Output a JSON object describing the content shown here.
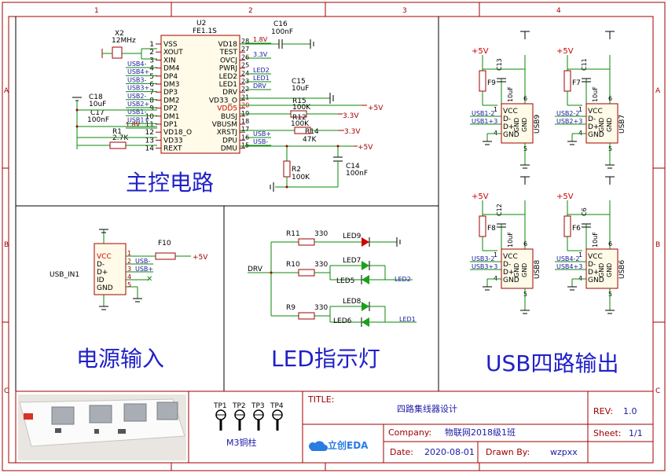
{
  "border": {
    "cols": [
      "1",
      "2",
      "3",
      "4"
    ],
    "rows": [
      "A",
      "B",
      "C"
    ]
  },
  "sections": {
    "main": "主控电路",
    "power": "电源输入",
    "led": "LED指示灯",
    "usb": "USB四路输出"
  },
  "u2": {
    "ref": "U2",
    "value": "FE1.1S",
    "left_pins": [
      {
        "num": "1",
        "name": "VSS"
      },
      {
        "num": "2",
        "name": "XOUT"
      },
      {
        "num": "3",
        "name": "XIN"
      },
      {
        "num": "4",
        "name": "DM4"
      },
      {
        "num": "5",
        "name": "DP4"
      },
      {
        "num": "6",
        "name": "DM3"
      },
      {
        "num": "7",
        "name": "DP3"
      },
      {
        "num": "8",
        "name": "DM2"
      },
      {
        "num": "9",
        "name": "DP2"
      },
      {
        "num": "10",
        "name": "DM1"
      },
      {
        "num": "11",
        "name": "DP1"
      },
      {
        "num": "12",
        "name": "VD18_O"
      },
      {
        "num": "13",
        "name": "VD33"
      },
      {
        "num": "14",
        "name": "REXT"
      }
    ],
    "right_pins": [
      {
        "num": "28",
        "name": "VD18"
      },
      {
        "num": "27",
        "name": "TEST"
      },
      {
        "num": "26",
        "name": "OVCJ"
      },
      {
        "num": "25",
        "name": "PWRJ"
      },
      {
        "num": "24",
        "name": "LED2"
      },
      {
        "num": "23",
        "name": "LED1"
      },
      {
        "num": "22",
        "name": "DRV"
      },
      {
        "num": "21",
        "name": "VD33_O"
      },
      {
        "num": "20",
        "name": "VDD5"
      },
      {
        "num": "19",
        "name": "BUSJ"
      },
      {
        "num": "18",
        "name": "VBUSM"
      },
      {
        "num": "17",
        "name": "XRSTJ"
      },
      {
        "num": "16",
        "name": "DPU"
      },
      {
        "num": "15",
        "name": "DMU"
      }
    ],
    "left_nets": [
      "USB4-",
      "USB4+",
      "USB3-",
      "USB3+",
      "USB2-",
      "USB2+",
      "USB1-",
      "USB1+",
      "1.8V"
    ],
    "right_nets": [
      "1.8V",
      "3.3V",
      "LED2",
      "LED1",
      "DRV",
      "USB+",
      "USB-"
    ]
  },
  "main_parts": {
    "x2_ref": "X2",
    "x2_val": "12MHz",
    "c16_ref": "C16",
    "c16_val": "100nF",
    "c15_ref": "C15",
    "c15_val": "10uF",
    "c18_ref": "C18",
    "c18_val": "10uF",
    "c17_ref": "C17",
    "c17_val": "100nF",
    "r1_ref": "R1",
    "r1_val": "2.7K",
    "r15_ref": "R15",
    "r15_val": "100K",
    "r12_ref": "R12",
    "r12_val": "100K",
    "r14_ref": "R14",
    "r14_val": "47K",
    "r2_ref": "R2",
    "r2_val": "100K",
    "c14_ref": "C14",
    "c14_val": "100nF",
    "p5v": "+5V",
    "p33a": "3.3V",
    "p33b": "3.3V",
    "p5v_b": "+5V"
  },
  "power": {
    "conn_ref": "USB_IN1",
    "pins": [
      {
        "num": "1",
        "name": "VCC"
      },
      {
        "num": "2",
        "name": "D-"
      },
      {
        "num": "3",
        "name": "D+"
      },
      {
        "num": "4",
        "name": "ID"
      },
      {
        "num": "5",
        "name": "GND"
      }
    ],
    "nets": [
      "USB-",
      "USB+"
    ],
    "fuse_ref": "F10",
    "p5v": "+5V"
  },
  "led": {
    "net_in": "DRV",
    "r11": "R11",
    "r10": "R10",
    "r9": "R9",
    "rval": "330",
    "d9": "LED9",
    "d7": "LED7",
    "d5": "LED5",
    "d8": "LED8",
    "d6": "LED6",
    "led2": "LED2",
    "led1": "LED1"
  },
  "usb_ports": [
    {
      "ref": "USB9",
      "fuse": "F9",
      "cap": "C13",
      "cap_val": "10uF",
      "p5v": "+5V",
      "d1": "USB1-2",
      "d2": "USB1+3"
    },
    {
      "ref": "USB7",
      "fuse": "F7",
      "cap": "C11",
      "cap_val": "10uF",
      "p5v": "+5V",
      "d1": "USB2-2",
      "d2": "USB2+3"
    },
    {
      "ref": "USB8",
      "fuse": "F8",
      "cap": "C12",
      "cap_val": "10uF",
      "p5v": "+5V",
      "d1": "USB3-2",
      "d2": "USB3+3"
    },
    {
      "ref": "USB6",
      "fuse": "F6",
      "cap": "C6",
      "cap_val": "10uF",
      "p5v": "+5V",
      "d1": "USB4-2",
      "d2": "USB4+3"
    }
  ],
  "usb_pins": {
    "vcc": "VCC",
    "dm": "D-",
    "dp": "D+",
    "gnd": "GND",
    "n1": "1",
    "n4": "4",
    "n5": "5",
    "n6": "6"
  },
  "title_block": {
    "tp": [
      "TP1",
      "TP2",
      "TP3",
      "TP4"
    ],
    "tp_caption": "M3铜柱",
    "title_label": "TITLE:",
    "title": "四路集线器设计",
    "rev_label": "REV:",
    "rev": "1.0",
    "company_label": "Company:",
    "company": "物联网2018级1班",
    "sheet_label": "Sheet:",
    "sheet": "1/1",
    "date_label": "Date:",
    "date": "2020-08-01",
    "drawn_label": "Drawn By:",
    "drawn": "wzpxx",
    "logo": "立创EDA"
  }
}
